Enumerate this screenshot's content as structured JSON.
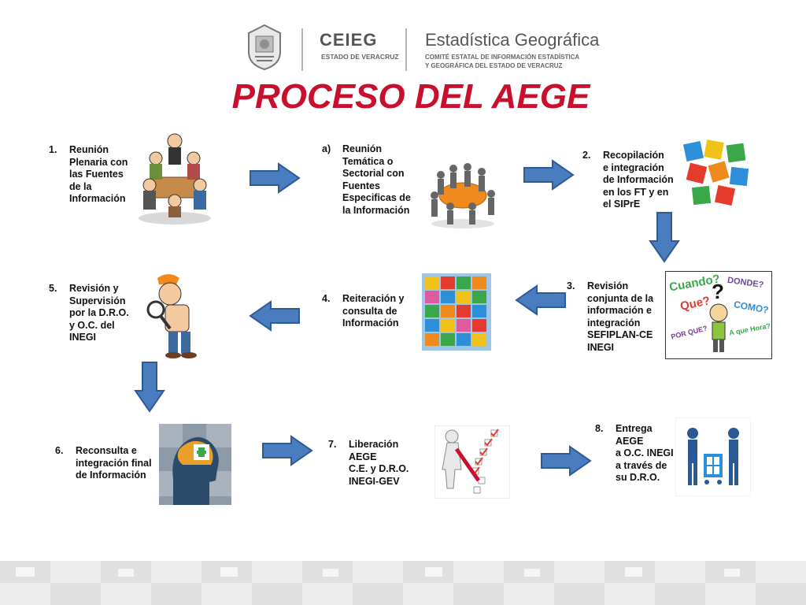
{
  "header": {
    "ceieg": "CEIEG",
    "ceieg_sub": "ESTADO DE VERACRUZ",
    "eg_title": "Estadística Geográfica",
    "eg_sub_1": "COMITÉ ESTATAL DE INFORMACIÓN ESTADÍSTICA",
    "eg_sub_2": "Y GEOGRÁFICA DEL ESTADO DE VERACRUZ"
  },
  "title": "PROCESO DEL AEGE",
  "steps": {
    "s1": {
      "num": "1.",
      "text": "Reunión\nPlenaria con\nlas Fuentes\nde la\nInformación"
    },
    "sa": {
      "num": "a)",
      "text": "Reunión\nTemática o\nSectorial con\nFuentes\nEspecificas de\nla Información"
    },
    "s2": {
      "num": "2.",
      "text": "Recopilación\ne integración\nde Información\nen los FT y en\nel SIPrE"
    },
    "s3": {
      "num": "3.",
      "text": "Revisión\nconjunta de la\ninformación e\nintegración\nSEFIPLAN-CE\nINEGI"
    },
    "s4": {
      "num": "4.",
      "text": "Reiteración y\nconsulta de\nInformación"
    },
    "s5": {
      "num": "5.",
      "text": "Revisión y\nSupervisión\npor la D.R.O.\ny O.C. del\nINEGI"
    },
    "s6": {
      "num": "6.",
      "text": "Reconsulta e\nintegración final\nde Información"
    },
    "s7": {
      "num": "7.",
      "text": "Liberación\nAEGE\nC.E. y D.R.O.\nINEGI-GEV"
    },
    "s8": {
      "num": "8.",
      "text": "Entrega\nAEGE\na O.C. INEGI\na través de\nsu D.R.O."
    }
  },
  "question_words": {
    "cuando": "Cuando?",
    "donde": "DONDE?",
    "que": "Que?",
    "como": "COMO?",
    "porque": "POR QUE?",
    "aquehora": "A que Hora?",
    "qmark": "?"
  },
  "colors": {
    "title": "#c8102e",
    "arrow_fill": "#4a7cc0",
    "arrow_stroke": "#2e5a96"
  }
}
